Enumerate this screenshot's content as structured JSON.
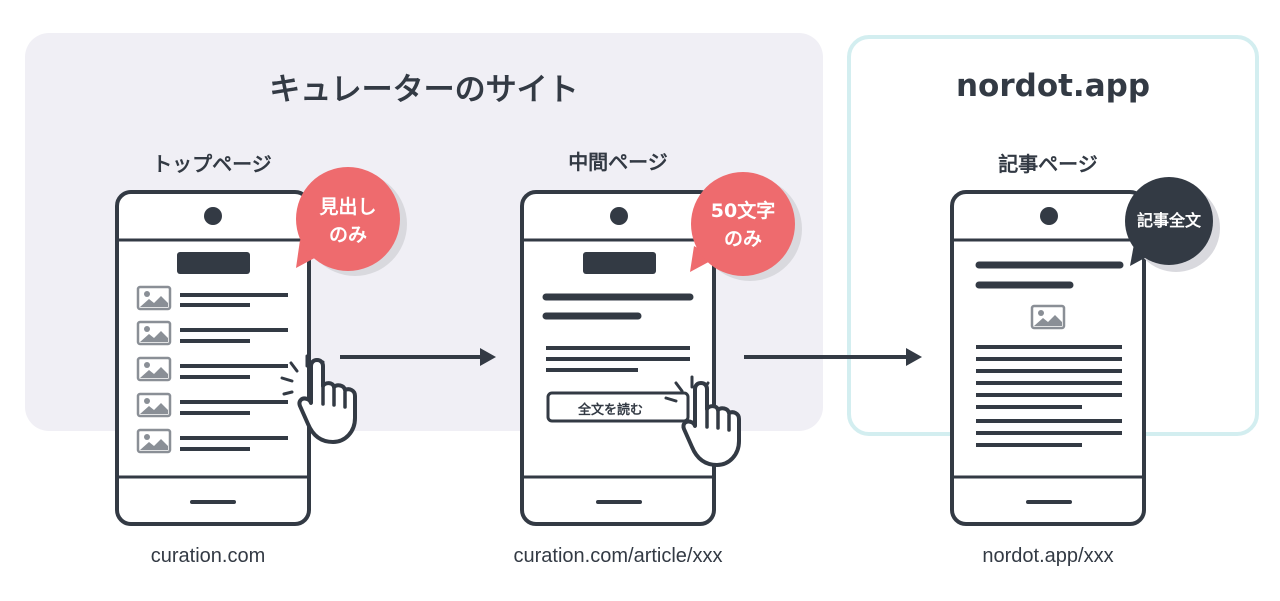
{
  "curator_site": {
    "title": "キュレーターのサイト",
    "pages": [
      {
        "label": "トップページ",
        "url": "curation.com",
        "bubble": [
          "見出し",
          "のみ"
        ]
      },
      {
        "label": "中間ページ",
        "url": "curation.com/article/xxx",
        "bubble": [
          "50文字",
          "のみ"
        ],
        "button": "全文を読む"
      }
    ]
  },
  "nordot": {
    "title": "nordot.app",
    "page": {
      "label": "記事ページ",
      "url": "nordot.app/xxx",
      "bubble": "記事全文"
    }
  },
  "colors": {
    "panel": "#f0eff5",
    "nordot_border": "#d3eef0",
    "bubble_red": "#ee6b6e",
    "bubble_dark": "#333a44",
    "ink": "#333a44"
  }
}
